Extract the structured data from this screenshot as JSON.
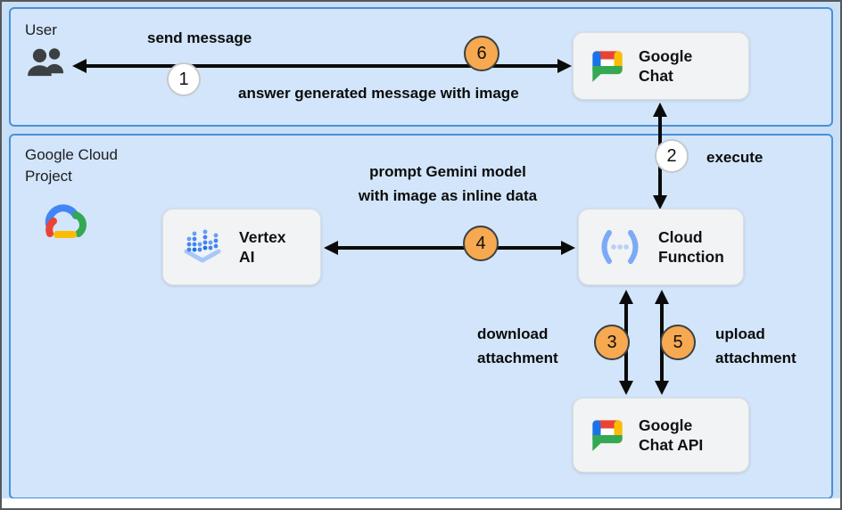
{
  "colors": {
    "canvas_bg": "#C9DFF6",
    "zone_fill": "#D2E5FA",
    "zone_border": "#4A90D9",
    "node_fill": "#F1F3F4",
    "badge_orange": "#F6A950",
    "badge_white": "#FFFFFF",
    "arrow_black": "#0B0B0B",
    "google_blue": "#4285F4",
    "google_red": "#EA4335",
    "google_yellow": "#FBBC04",
    "google_green": "#34A853"
  },
  "zones": {
    "user": {
      "label": "User"
    },
    "gcp": {
      "line1": "Google Cloud",
      "line2": "Project"
    }
  },
  "nodes": {
    "google_chat": {
      "line1": "Google",
      "line2": "Chat",
      "icon": "google-chat-icon"
    },
    "vertex_ai": {
      "line1": "Vertex",
      "line2": "AI",
      "icon": "vertex-ai-icon"
    },
    "cloud_function": {
      "line1": "Cloud",
      "line2": "Function",
      "icon": "cloud-functions-icon"
    },
    "google_chat_api": {
      "line1": "Google",
      "line2": "Chat API",
      "icon": "google-chat-icon"
    }
  },
  "edges": {
    "send_message": {
      "label": "send message",
      "badge": "1"
    },
    "answer": {
      "text": "answer generated message",
      "emph": "with image",
      "badge": "6"
    },
    "execute": {
      "label": "execute",
      "badge": "2"
    },
    "prompt": {
      "line1": "prompt Gemini model",
      "line2": "with image as inline data",
      "badge": "4"
    },
    "download": {
      "line1": "download",
      "line2": "attachment",
      "badge": "3"
    },
    "upload": {
      "line1": "upload",
      "line2": "attachment",
      "badge": "5"
    }
  },
  "icons": [
    "people-icon",
    "google-cloud-icon",
    "google-chat-icon",
    "vertex-ai-icon",
    "cloud-functions-icon"
  ]
}
